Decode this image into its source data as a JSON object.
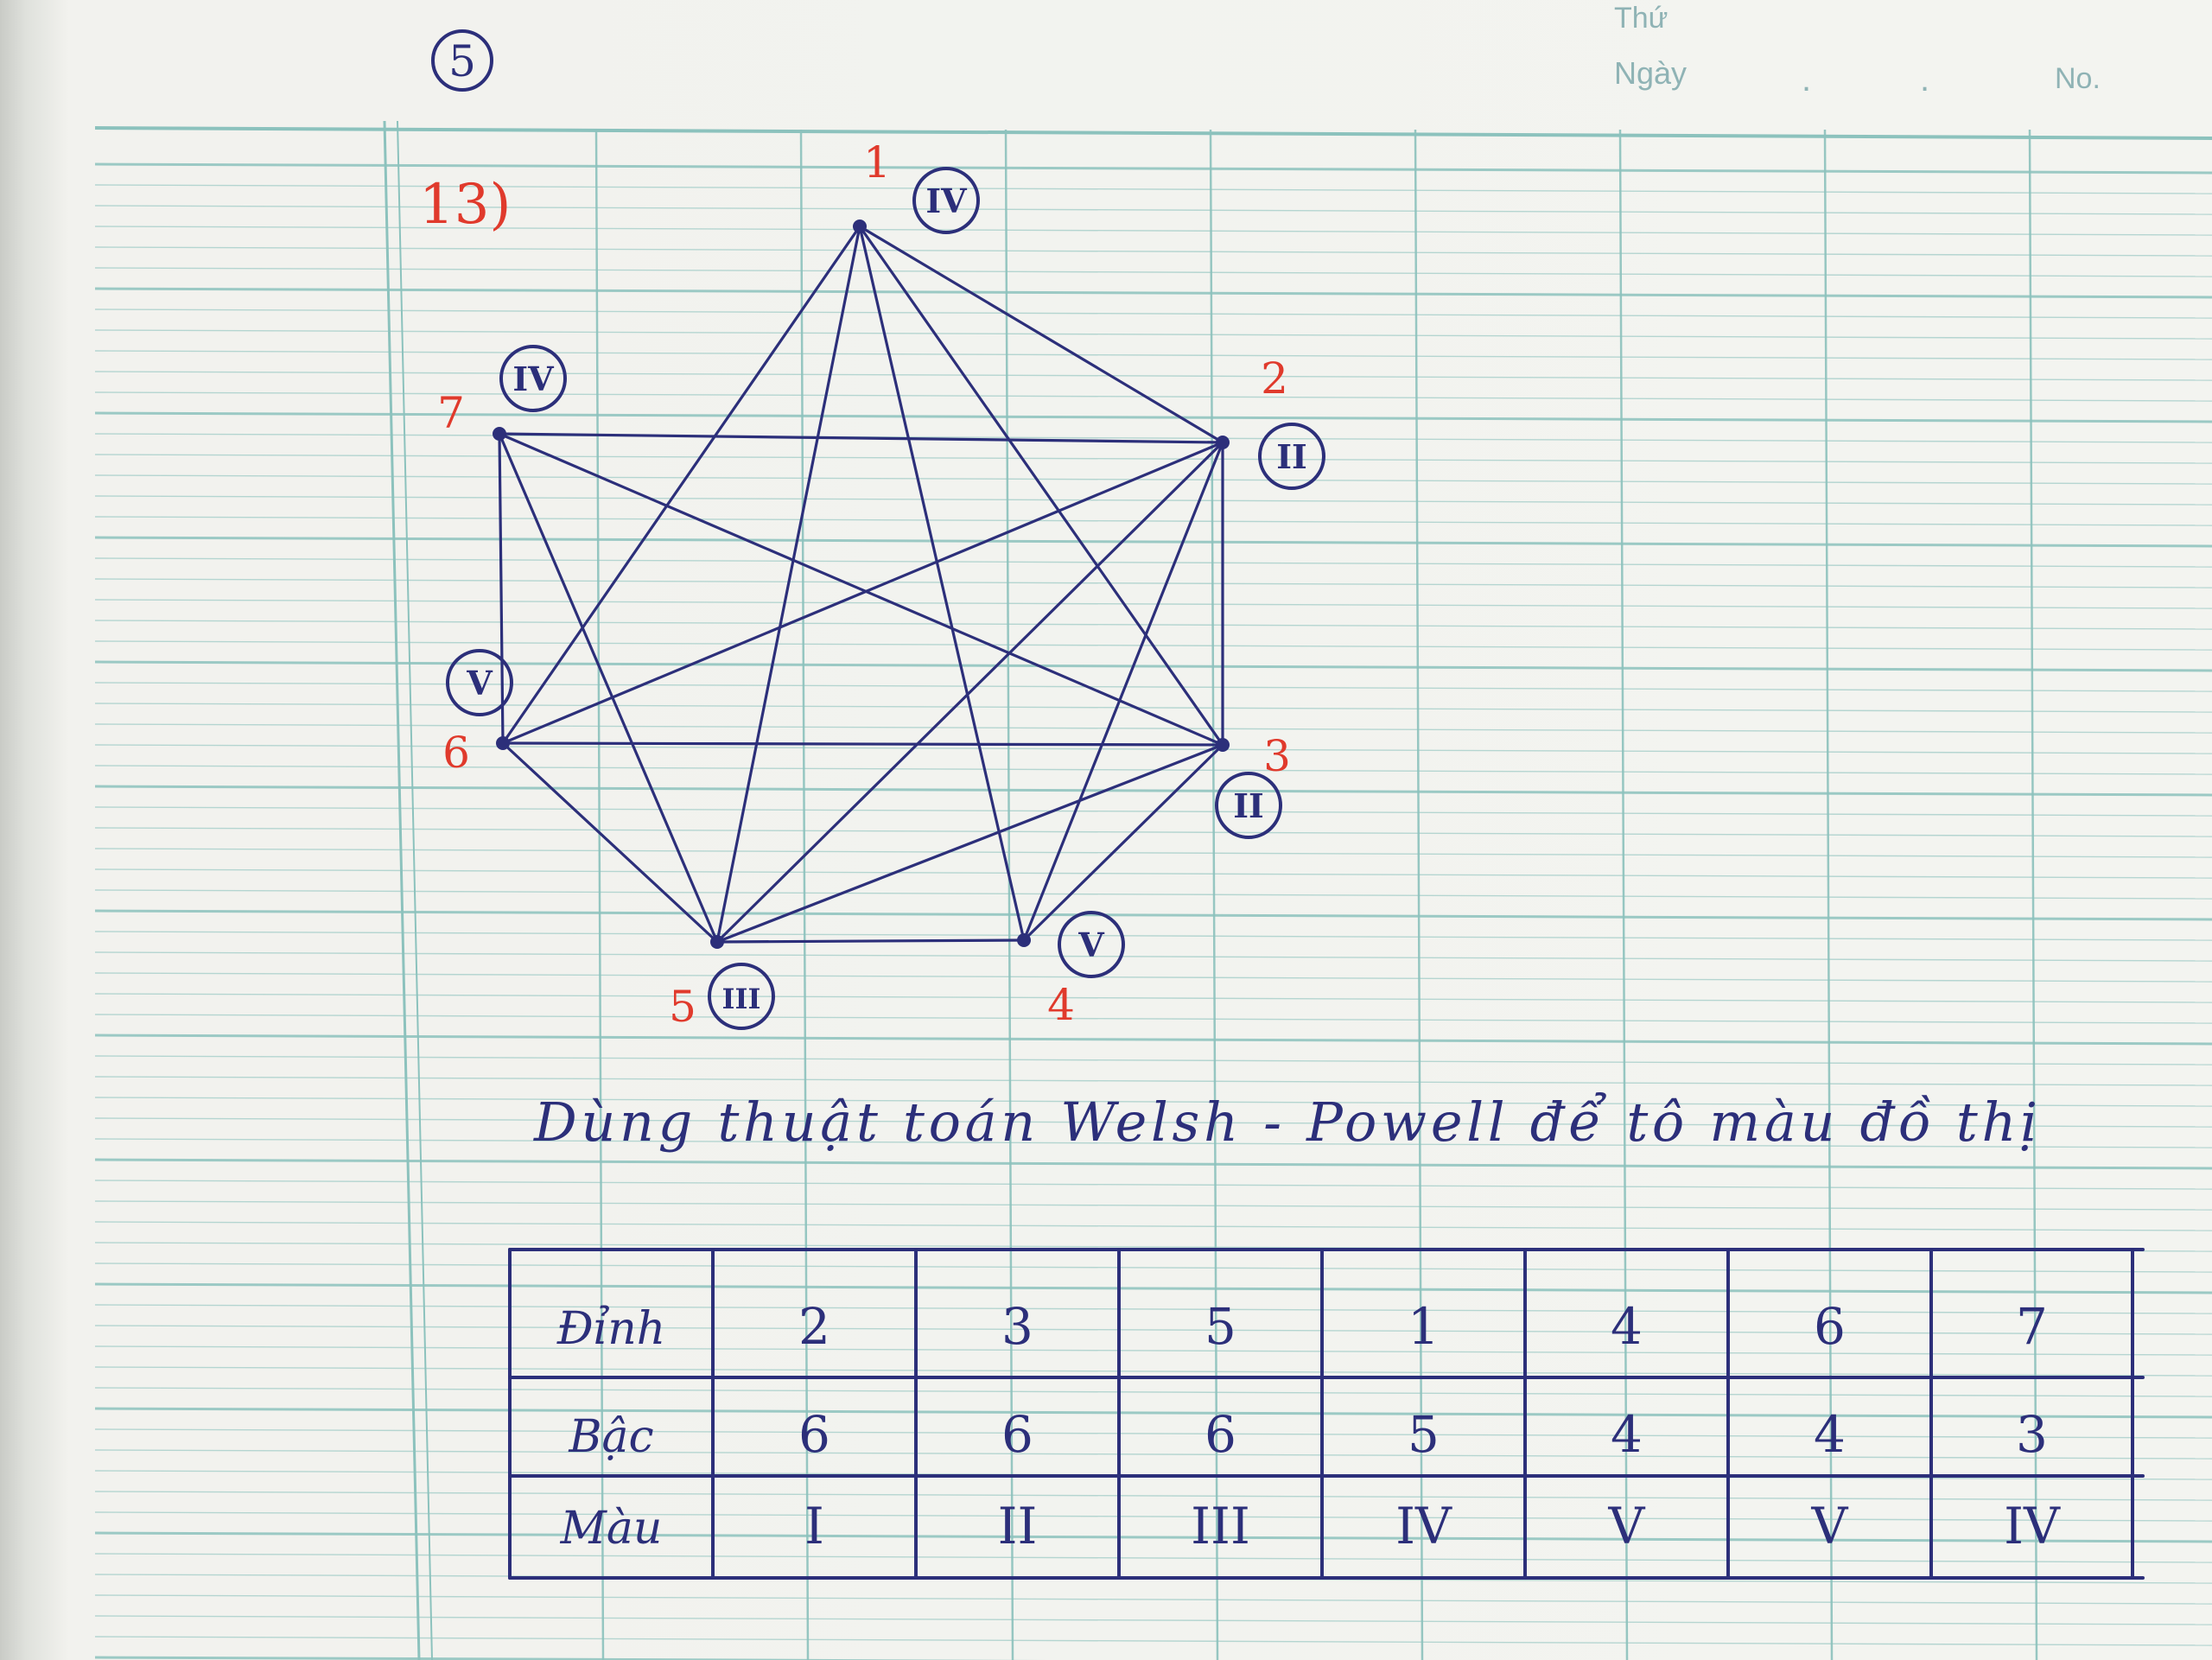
{
  "header": {
    "weekday_label": "Thứ",
    "date_label": "Ngày",
    "number_label": "No.",
    "date_separator": "."
  },
  "page_number": "5",
  "exercise_label": "13)",
  "graph": {
    "vertices": [
      {
        "id": "1",
        "color": "IV"
      },
      {
        "id": "2",
        "color": "II"
      },
      {
        "id": "3",
        "color": "II"
      },
      {
        "id": "4",
        "color": "V"
      },
      {
        "id": "5",
        "color": "III"
      },
      {
        "id": "6",
        "color": "V"
      },
      {
        "id": "7",
        "color": "IV"
      }
    ],
    "edges": [
      [
        "1",
        "2"
      ],
      [
        "1",
        "3"
      ],
      [
        "1",
        "4"
      ],
      [
        "1",
        "5"
      ],
      [
        "1",
        "6"
      ],
      [
        "2",
        "3"
      ],
      [
        "2",
        "4"
      ],
      [
        "2",
        "5"
      ],
      [
        "2",
        "6"
      ],
      [
        "2",
        "7"
      ],
      [
        "3",
        "4"
      ],
      [
        "3",
        "5"
      ],
      [
        "3",
        "6"
      ],
      [
        "3",
        "7"
      ],
      [
        "4",
        "5"
      ],
      [
        "5",
        "6"
      ],
      [
        "5",
        "7"
      ],
      [
        "6",
        "7"
      ]
    ]
  },
  "instruction": "Dùng thuật toán Welsh - Powell để tô màu đồ thị",
  "table": {
    "row_labels": [
      "Đỉnh",
      "Bậc",
      "Màu"
    ],
    "vertices": [
      "2",
      "3",
      "5",
      "1",
      "4",
      "6",
      "7"
    ],
    "degrees": [
      "6",
      "6",
      "6",
      "5",
      "4",
      "4",
      "3"
    ],
    "colors": [
      "I",
      "II",
      "III",
      "IV",
      "V",
      "V",
      "IV"
    ]
  },
  "colors": {
    "ink_blue": "#2c2f7a",
    "ink_red": "#e03a2c",
    "grid_teal": "#8cc2bd",
    "paper": "#f3f4f0"
  }
}
